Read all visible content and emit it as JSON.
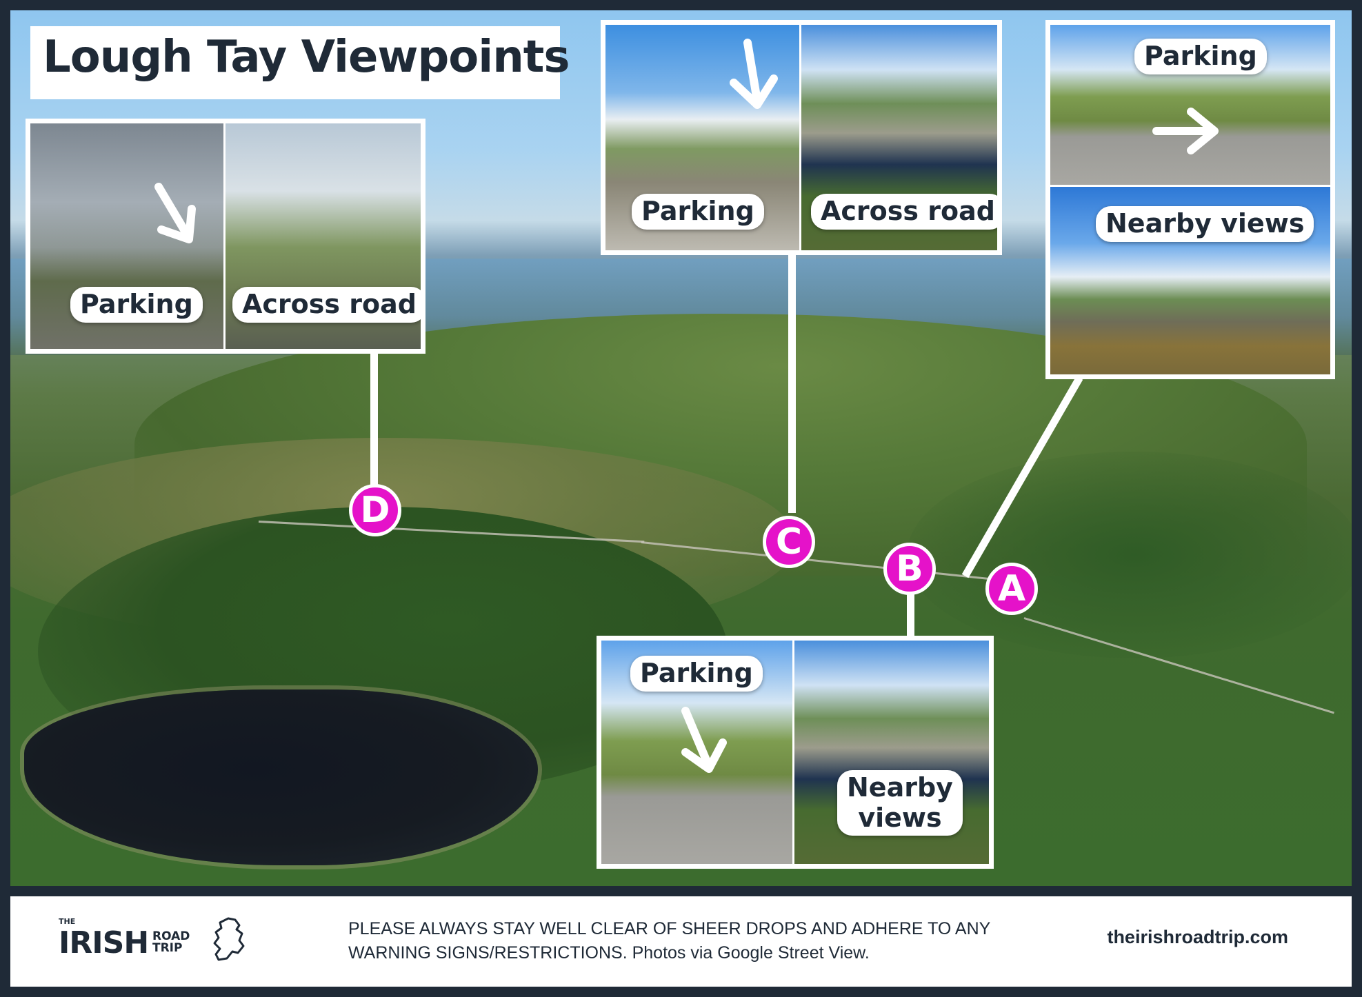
{
  "title": "Lough Tay Viewpoints",
  "markers": {
    "a": "A",
    "b": "B",
    "c": "C",
    "d": "D"
  },
  "panels": {
    "d": {
      "label_1": "Parking",
      "label_2": "Across road",
      "arrow_icon": "arrow-down-left-icon"
    },
    "c": {
      "label_1": "Parking",
      "label_2": "Across road",
      "arrow_icon": "arrow-down-icon"
    },
    "a": {
      "label_1": "Parking",
      "label_2": "Nearby views",
      "arrow_icon": "arrow-right-icon"
    },
    "b": {
      "label_1": "Parking",
      "label_2": "Nearby\nviews",
      "arrow_icon": "arrow-down-icon"
    }
  },
  "footer": {
    "logo": {
      "the": "THE",
      "irish": "IRISH",
      "road": "ROAD",
      "trip": "TRIP",
      "icon": "ireland-map-icon"
    },
    "notice": "PLEASE ALWAYS STAY WELL CLEAR OF SHEER DROPS AND ADHERE TO ANY WARNING SIGNS/RESTRICTIONS. Photos via Google Street View.",
    "site": "theirishroadtrip.com"
  },
  "colors": {
    "frame": "#1f2a37",
    "marker": "#e512c9",
    "text": "#1f2a37",
    "panel": "#ffffff"
  }
}
